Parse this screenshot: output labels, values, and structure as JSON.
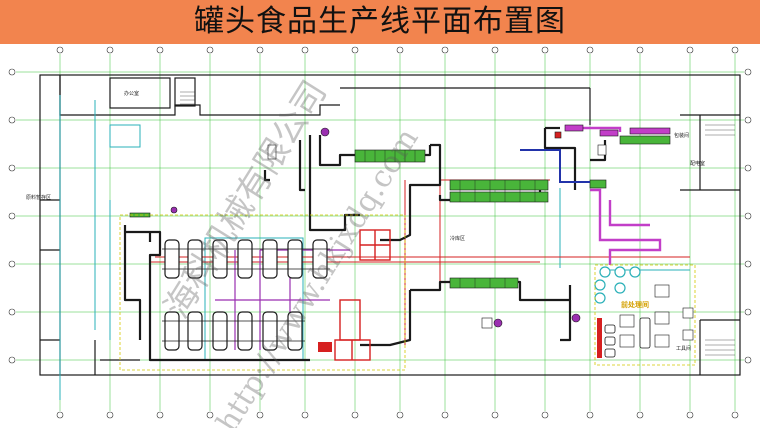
{
  "title": "罐头食品生产线平面布置图",
  "labels": {
    "room_top_left": "办公室",
    "room_mid": "冷库区",
    "room_left": "原料暂存区",
    "pretreat": "前处理间",
    "room_right": "包装间",
    "room_right2": "配电室",
    "room_br": "工具间"
  },
  "watermark": {
    "cn": "海科机械有限公司",
    "url": "http://www.hkjxdq.com"
  },
  "colors": {
    "title_bg": "#f2844e",
    "grid": "#38c238",
    "wall": "#1a1a1a",
    "duct": "#2ab0b8",
    "equipment_green": "#49b53a",
    "line_red": "#d62020",
    "line_purple": "#9a2fb0",
    "line_magenta": "#c23ec8",
    "line_blue": "#2233aa"
  }
}
